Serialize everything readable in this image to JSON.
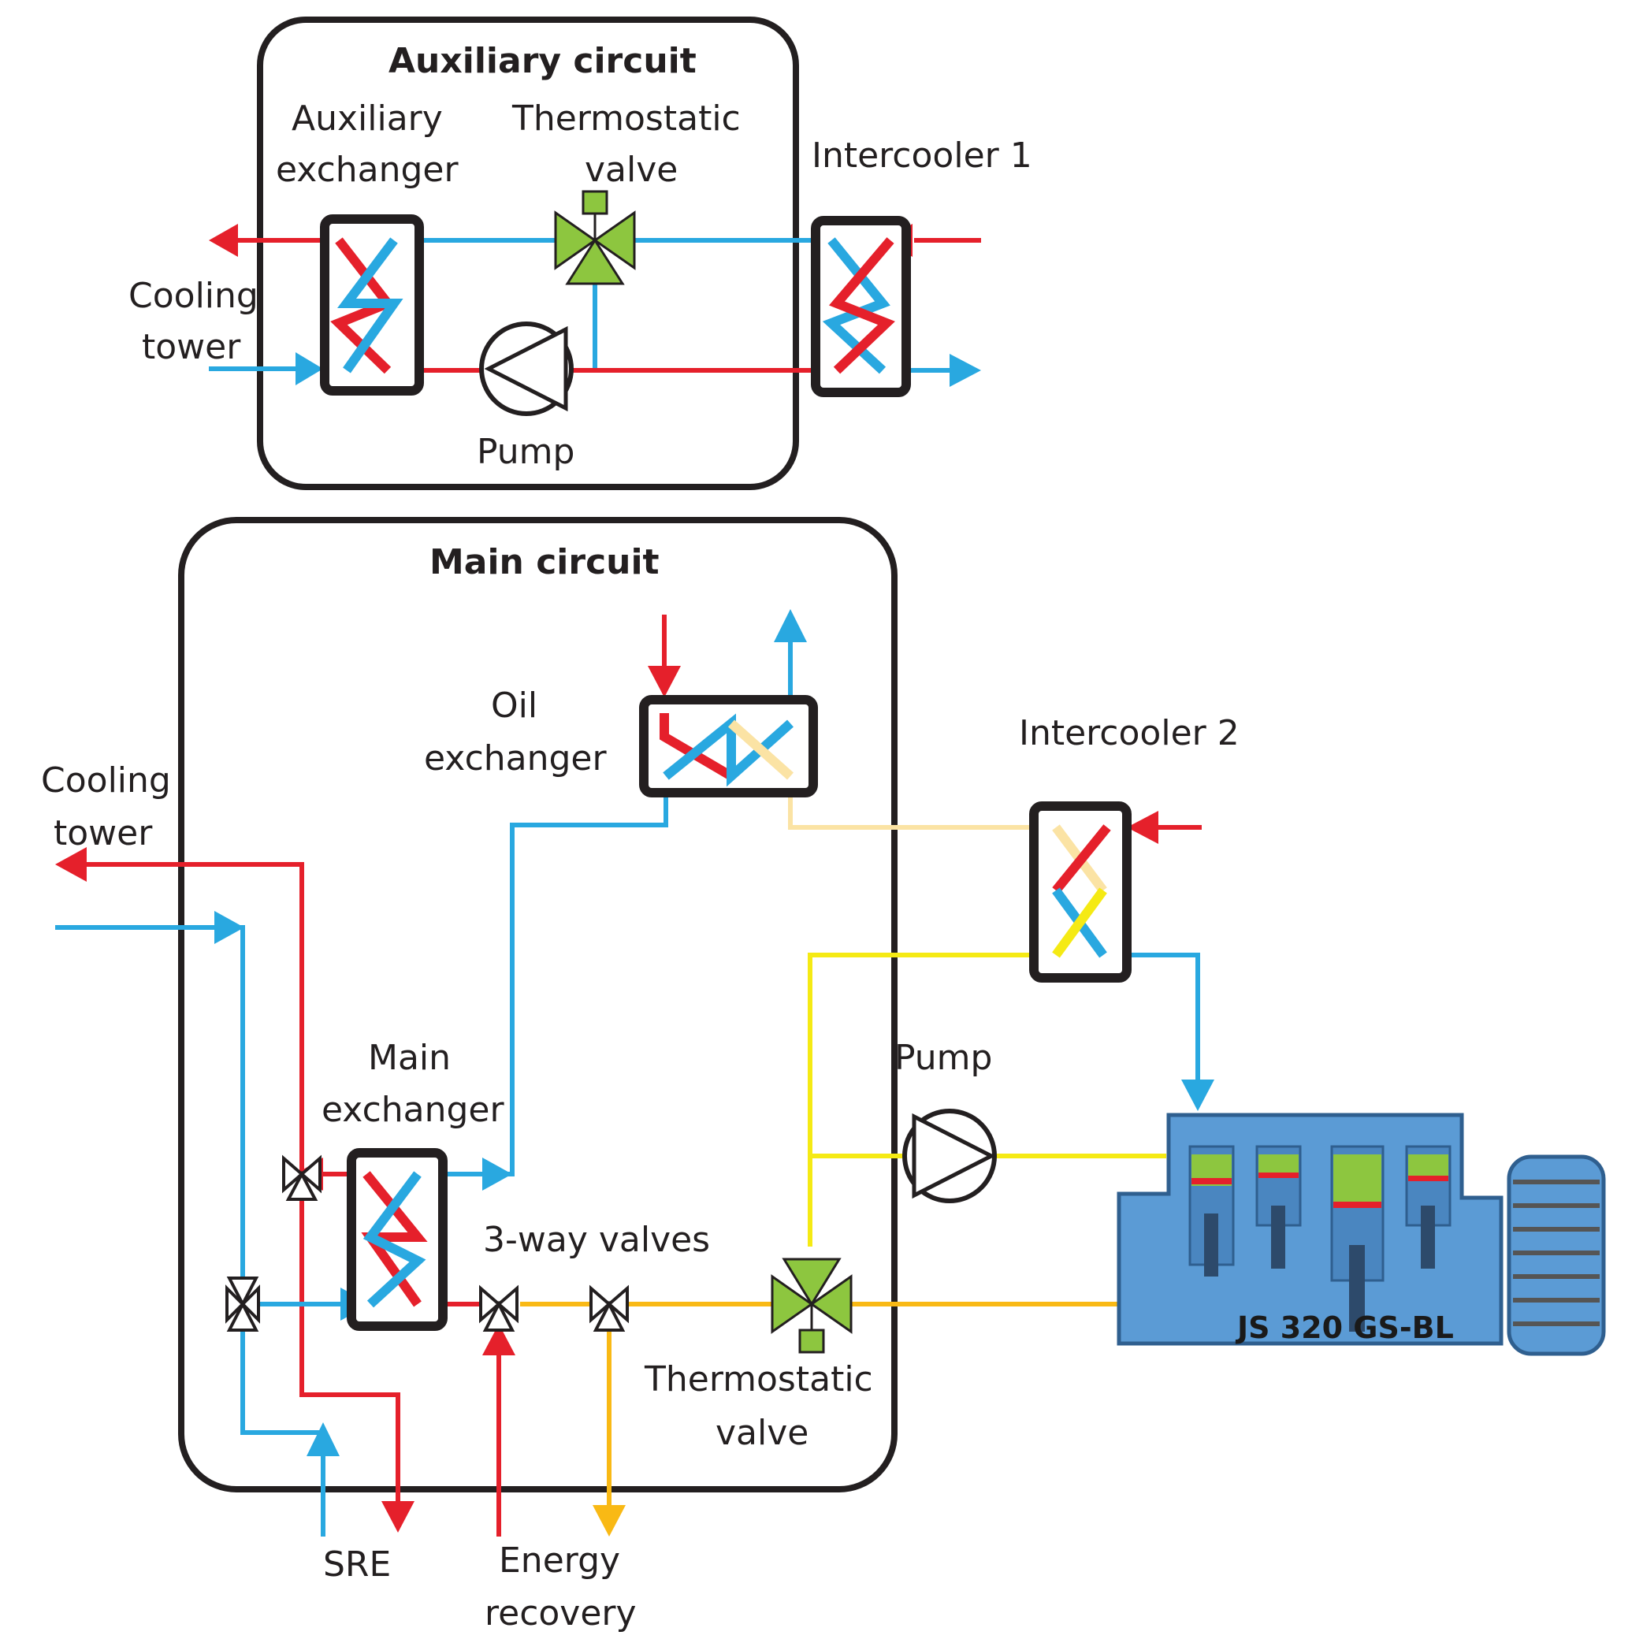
{
  "colors": {
    "hot": "#e5202b",
    "cold": "#29a8e0",
    "yellow": "#f5ea14",
    "pale": "#fbe3a4",
    "orange": "#f9b915",
    "valve_green": "#8dc63f",
    "engine": "#5b9bd5"
  },
  "auxiliary": {
    "title": "Auxiliary circuit",
    "exchanger": [
      "Auxiliary",
      "exchanger"
    ],
    "valve": [
      "Thermostatic",
      "valve"
    ],
    "pump": "Pump",
    "cooling_tower": [
      "Cooling",
      "tower"
    ]
  },
  "intercooler1": "Intercooler 1",
  "main": {
    "title": "Main circuit",
    "oil_exchanger": [
      "Oil",
      "exchanger"
    ],
    "cooling_tower": [
      "Cooling",
      "tower"
    ],
    "main_exchanger": [
      "Main",
      "exchanger"
    ],
    "three_way": "3-way valves",
    "valve": [
      "Thermostatic",
      "valve"
    ]
  },
  "intercooler2": "Intercooler 2",
  "pump2": "Pump",
  "engine": {
    "label": "JS 320 GS-BL"
  },
  "outlets": {
    "sre": "SRE",
    "energy_recovery": [
      "Energy",
      "recovery"
    ]
  }
}
